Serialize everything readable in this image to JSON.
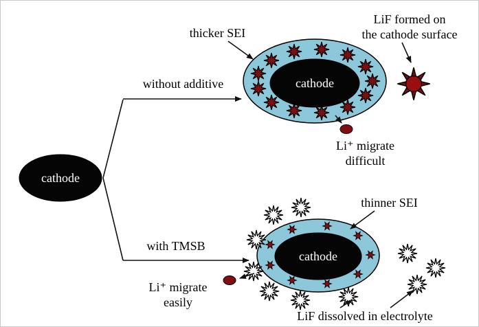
{
  "colors": {
    "background": "#ffffff",
    "sei_blue": "#8cc7da",
    "cathode_black": "#050505",
    "lif_dark_red": "#7d0f14",
    "lif_core_red": "#9b0d10",
    "line_black": "#111111"
  },
  "left": {
    "cathode_label": "cathode"
  },
  "branches": {
    "top_label": "without additive",
    "bottom_label": "with TMSB"
  },
  "top": {
    "sei_label": "thicker SEI",
    "lif_label": "LiF formed on\nthe cathode surface",
    "cathode_label": "cathode",
    "li_migrate_label": "Li⁺ migrate\ndifficult"
  },
  "bottom": {
    "sei_label": "thinner SEI",
    "cathode_label": "cathode",
    "li_migrate_label": "Li⁺ migrate\neasily",
    "lif_label": "LiF dissolved in electrolyte"
  }
}
